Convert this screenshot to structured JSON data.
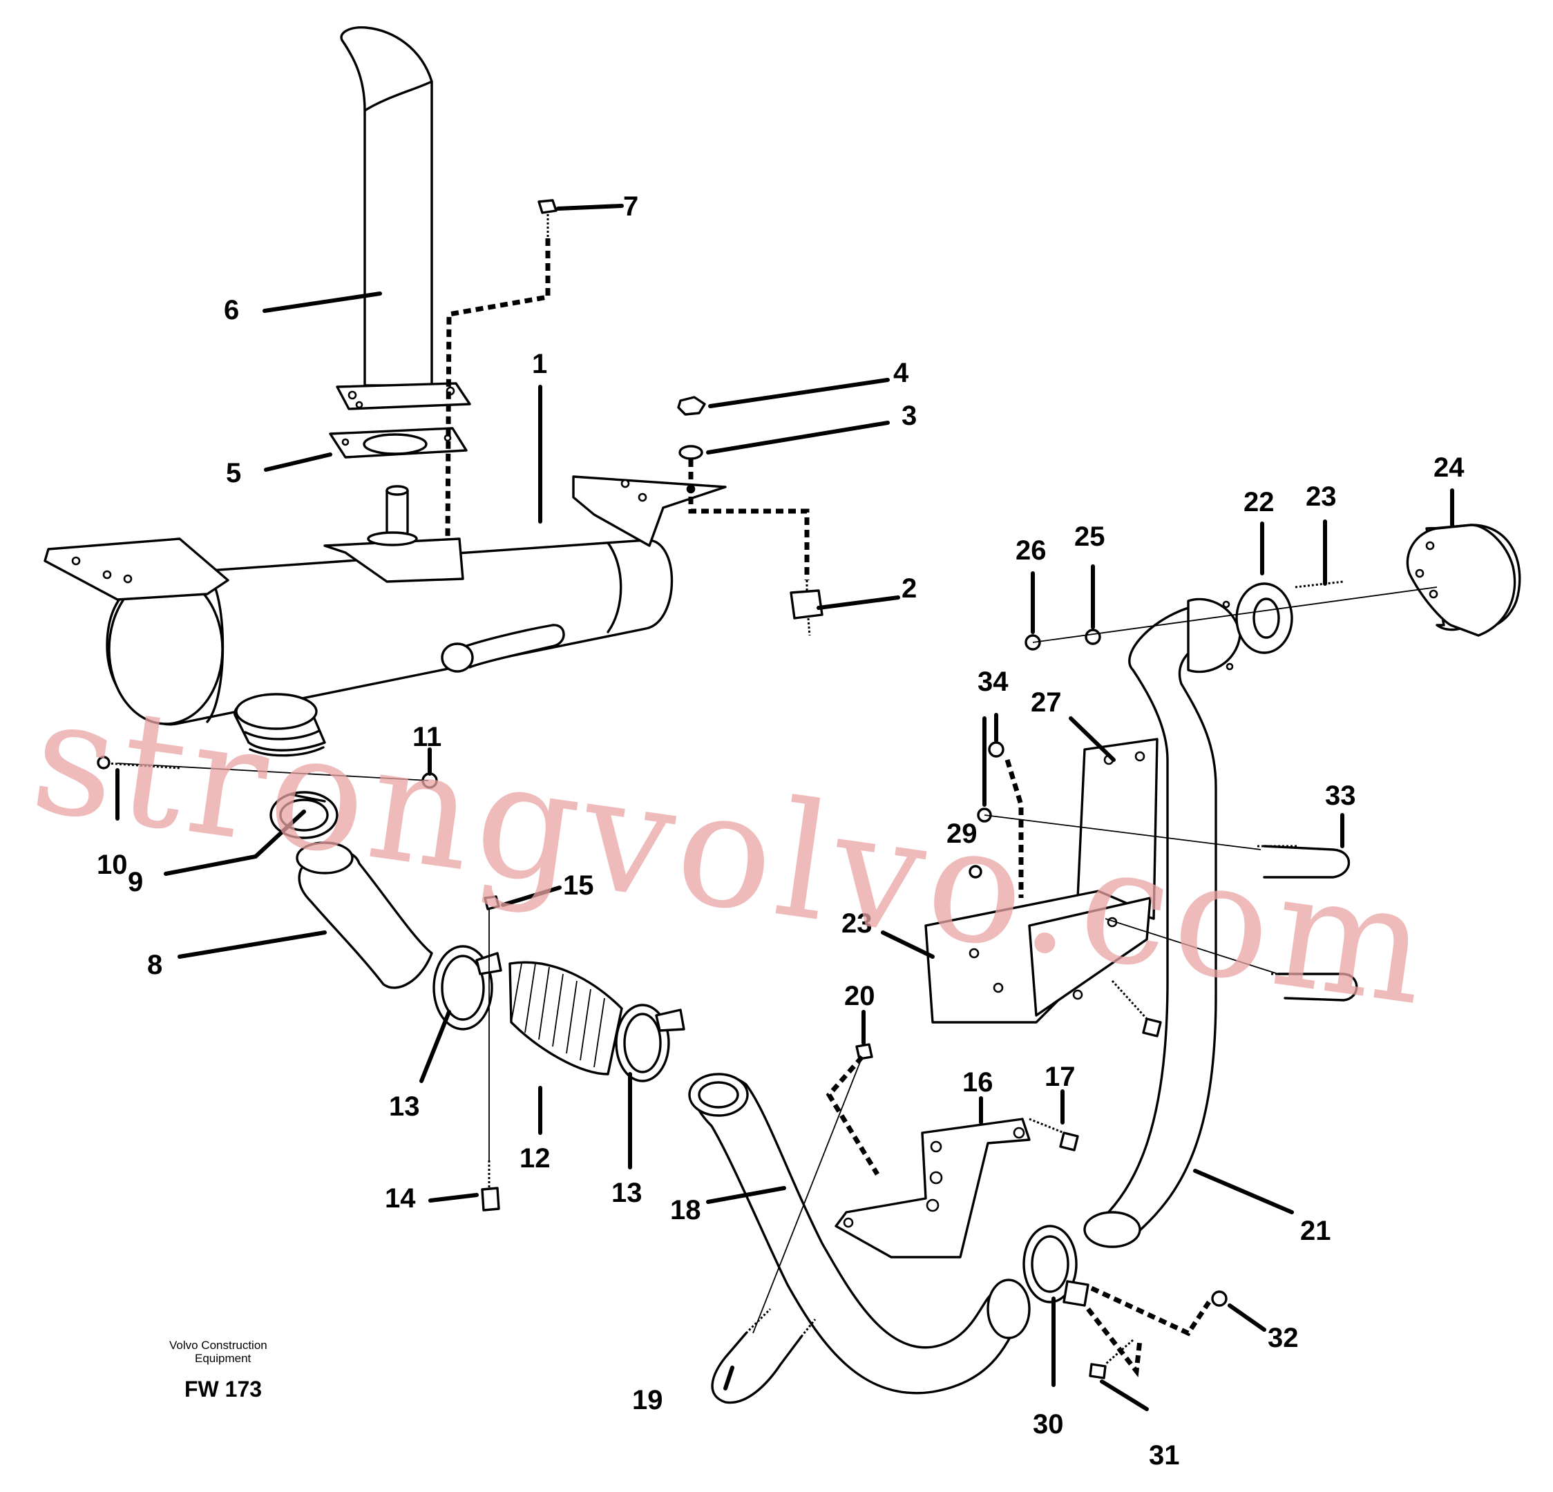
{
  "figure": {
    "caption_line1": "Volvo Construction",
    "caption_line2": "Equipment",
    "figure_code": "FW 173",
    "watermark": "strongvolvo.com"
  },
  "callouts": [
    {
      "id": "1",
      "label": "1"
    },
    {
      "id": "2",
      "label": "2"
    },
    {
      "id": "3",
      "label": "3"
    },
    {
      "id": "4",
      "label": "4"
    },
    {
      "id": "5",
      "label": "5"
    },
    {
      "id": "6",
      "label": "6"
    },
    {
      "id": "7",
      "label": "7"
    },
    {
      "id": "8",
      "label": "8"
    },
    {
      "id": "9",
      "label": "9"
    },
    {
      "id": "10",
      "label": "10"
    },
    {
      "id": "11",
      "label": "11"
    },
    {
      "id": "12",
      "label": "12"
    },
    {
      "id": "13a",
      "label": "13"
    },
    {
      "id": "13b",
      "label": "13"
    },
    {
      "id": "14",
      "label": "14"
    },
    {
      "id": "15",
      "label": "15"
    },
    {
      "id": "16",
      "label": "16"
    },
    {
      "id": "17",
      "label": "17"
    },
    {
      "id": "18",
      "label": "18"
    },
    {
      "id": "19",
      "label": "19"
    },
    {
      "id": "20",
      "label": "20"
    },
    {
      "id": "21",
      "label": "21"
    },
    {
      "id": "22",
      "label": "22"
    },
    {
      "id": "23a",
      "label": "23"
    },
    {
      "id": "23b",
      "label": "23"
    },
    {
      "id": "24",
      "label": "24"
    },
    {
      "id": "25",
      "label": "25"
    },
    {
      "id": "26",
      "label": "26"
    },
    {
      "id": "27",
      "label": "27"
    },
    {
      "id": "29",
      "label": "29"
    },
    {
      "id": "30",
      "label": "30"
    },
    {
      "id": "31",
      "label": "31"
    },
    {
      "id": "32",
      "label": "32"
    },
    {
      "id": "33",
      "label": "33"
    },
    {
      "id": "34",
      "label": "34"
    }
  ]
}
